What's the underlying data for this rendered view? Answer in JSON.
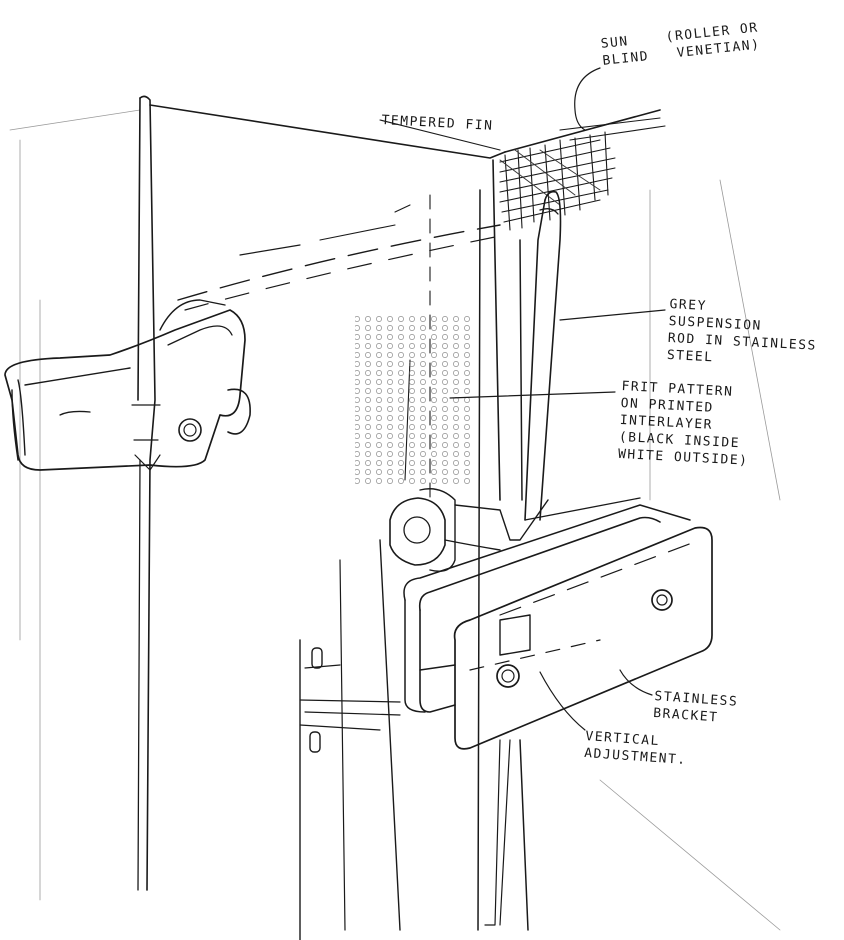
{
  "annotations": {
    "sun_blind": "SUN    (ROLLER OR\nBLIND   VENETIAN)",
    "tempered_fin": "TEMPERED FIN",
    "suspension_rod": "GREY\nSUSPENSION\nROD IN STAINLESS\nSTEEL",
    "frit_pattern": "FRIT PATTERN\nON PRINTED\nINTERLAYER\n(BLACK INSIDE\nWHITE OUTSIDE)",
    "stainless_bracket": "STAINLESS\nBRACKET",
    "vertical_adjustment": "VERTICAL\nADJUSTMENT."
  },
  "style": {
    "ink": "#1a1a1a",
    "paper": "#ffffff"
  }
}
